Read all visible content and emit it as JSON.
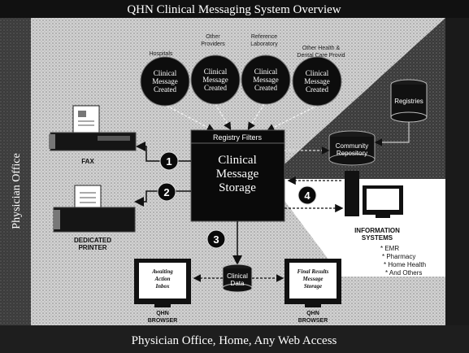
{
  "title": "QHN Clinical Messaging System Overview",
  "left_band": "Physician Office",
  "bottom_band": "Physician Office, Home, Any Web Access",
  "sources": [
    {
      "label": "Hospitals",
      "bubble": [
        "Clinical",
        "Message",
        "Created"
      ]
    },
    {
      "label": [
        "Other",
        "Providers"
      ],
      "bubble": [
        "Clinical",
        "Message",
        "Created"
      ]
    },
    {
      "label": [
        "Reference",
        "Laboratory"
      ],
      "bubble": [
        "Clinical",
        "Message",
        "Created"
      ]
    },
    {
      "label": [
        "Other Health &",
        "Dental Care Provid"
      ],
      "bubble": [
        "Clinical",
        "Message",
        "Created"
      ]
    }
  ],
  "registry_filters": "Registry Filters",
  "storage": [
    "Clinical",
    "Message",
    "Storage"
  ],
  "fax": "FAX",
  "printer": [
    "DEDICATED",
    "PRINTER"
  ],
  "community_repository": [
    "Community",
    "Repository"
  ],
  "registries": "Registries",
  "numbers": [
    "1",
    "2",
    "3",
    "4"
  ],
  "info_systems": {
    "title": [
      "INFORMATION",
      "SYSTEMS"
    ],
    "items": [
      "* EMR",
      "* Pharmacy",
      "* Home Health",
      "* And Others"
    ]
  },
  "clinical_data": [
    "Clinical",
    "Data"
  ],
  "browser_left": {
    "screen": [
      "Awaiting",
      "Action",
      "Inbox"
    ],
    "label": [
      "QHN",
      "BROWSER"
    ]
  },
  "browser_right": {
    "screen": [
      "Final Results",
      "Message",
      "Storage"
    ],
    "label": [
      "QHN",
      "BROWSER"
    ]
  }
}
